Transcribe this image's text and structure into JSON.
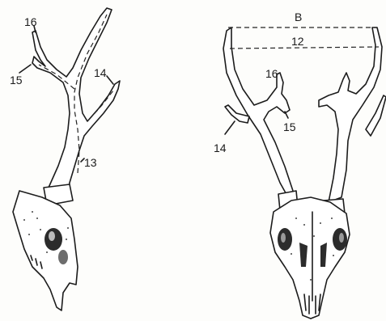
{
  "colors": {
    "ink": "#1c1c1c",
    "paper": "#fdfdfb"
  },
  "left_figure": {
    "labels": {
      "tine_16": "16",
      "tine_15": "15",
      "tine_14": "14",
      "beam_13": "13"
    }
  },
  "right_figure": {
    "labels": {
      "span_B": "B",
      "span_12": "12",
      "tine_16": "16",
      "tine_15": "15",
      "tine_14": "14"
    }
  }
}
